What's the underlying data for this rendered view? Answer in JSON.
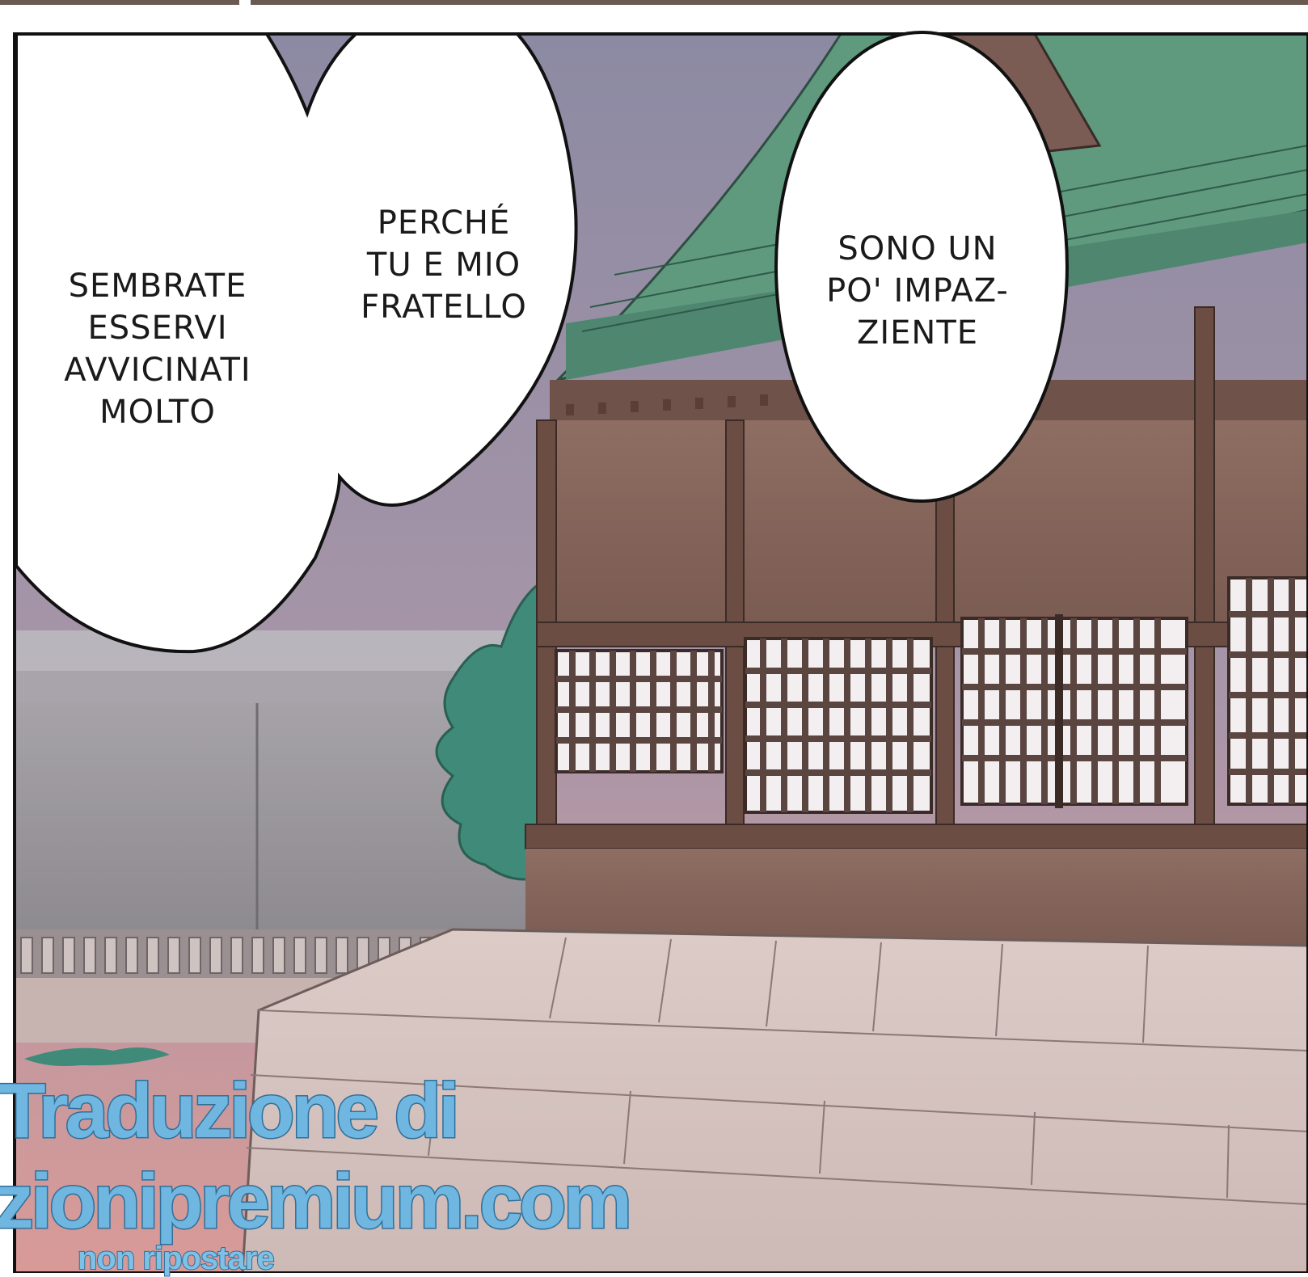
{
  "bubbles": {
    "left": {
      "lines": [
        "SEMBRATE",
        "ESSERVI",
        "AVVICINATI",
        "MOLTO"
      ]
    },
    "middle": {
      "lines": [
        "PERCHÉ",
        "TU E MIO",
        "FRATELLO"
      ]
    },
    "right": {
      "lines": [
        "SONO UN",
        "PO' IMPAZ-",
        "ZIENTE"
      ]
    }
  },
  "watermark": {
    "line1": "Traduzione di",
    "line2": "zionipremium.com",
    "line3": "non ripostare"
  },
  "colors": {
    "sky_top": "#8f8ea3",
    "sky_bottom": "#d89b98",
    "roof": "#5f9a7e",
    "wood": "#8a6a5f",
    "stone": "#d8c7c3",
    "tree": "#3f8a78",
    "watermark": "#6fb7e0"
  }
}
